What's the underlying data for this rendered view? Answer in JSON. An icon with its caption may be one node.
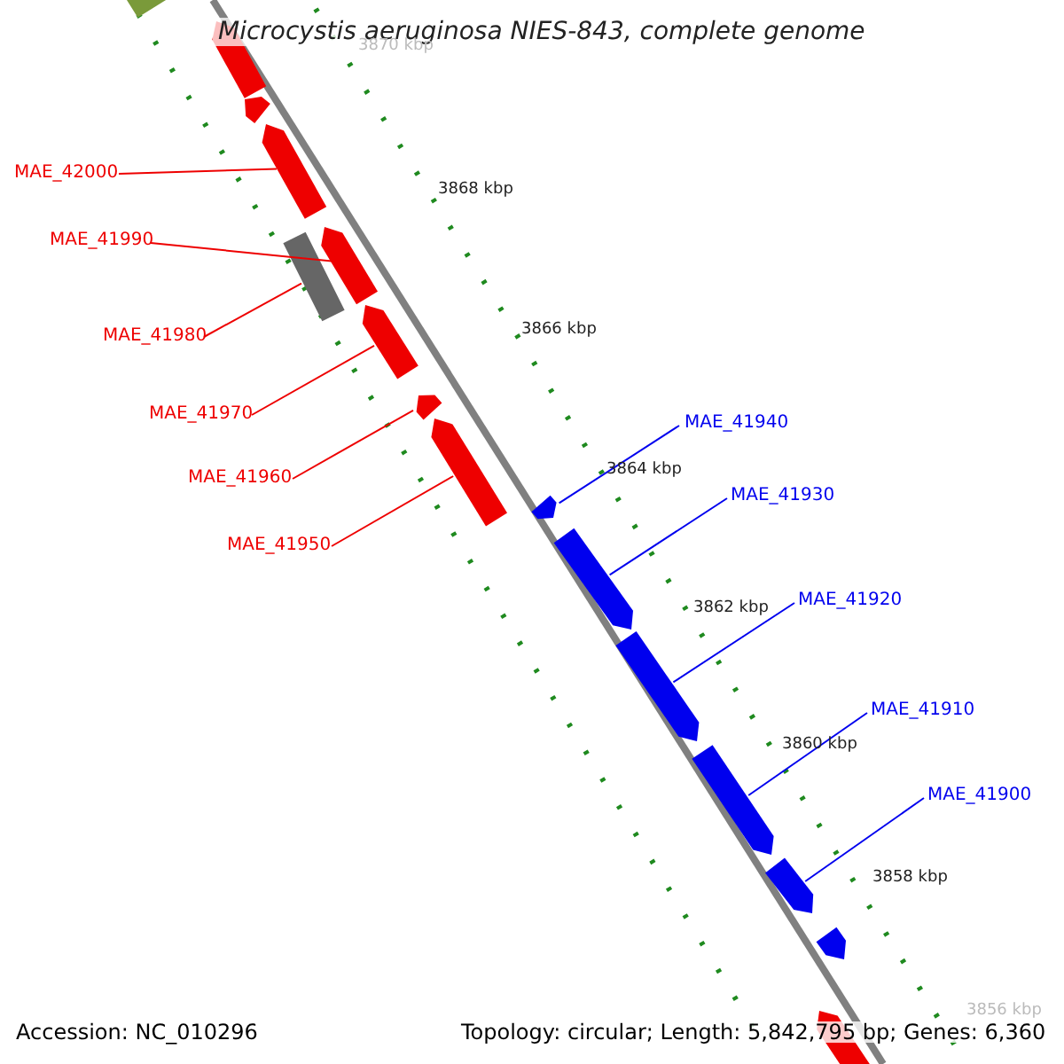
{
  "diagram": {
    "title": "Microcystis aeruginosa NIES-843, complete genome",
    "nodes": [
      {
        "text": [],
        "shape": "bar"
      },
      {
        "text": [],
        "shape": "bar"
      },
      {
        "text": [],
        "shape": "bar"
      },
      {
        "text": [],
        "shape": "bar"
      },
      {
        "text": [],
        "shape": "bar"
      },
      {
        "text": [],
        "shape": "bar"
      },
      {
        "text": [],
        "shape": "bar"
      },
      {
        "text": [],
        "shape": "bar"
      },
      {
        "text": [],
        "shape": "bar"
      },
      {
        "text": [],
        "shape": "bar"
      },
      {
        "text": [],
        "shape": "bar"
      },
      {
        "text": [],
        "shape": "bar"
      },
      {
        "text": [],
        "shape": "bar"
      },
      {
        "text": [],
        "shape": "bar"
      },
      {
        "text": [],
        "shape": "bar"
      },
      {
        "text": [],
        "shape": "bar"
      },
      {
        "text": [
          "MAE_42000"
        ]
      },
      {
        "text": [
          "MAE_41990"
        ]
      },
      {
        "text": [
          "MAE_41980"
        ]
      },
      {
        "text": [
          "MAE_41970"
        ]
      },
      {
        "text": [
          "MAE_41960"
        ]
      },
      {
        "text": [
          "MAE_41950"
        ]
      },
      {
        "text": [
          "MAE_41940"
        ]
      },
      {
        "text": [
          "MAE_41930"
        ]
      },
      {
        "text": [
          "MAE_41920"
        ]
      },
      {
        "text": [
          "MAE_41910"
        ]
      },
      {
        "text": [
          "MAE_41900"
        ]
      }
    ],
    "edges": [
      {
        "from": 16,
        "to": 3,
        "arrow": "none"
      },
      {
        "from": 17,
        "to": 5,
        "arrow": "none"
      },
      {
        "from": 18,
        "to": 4,
        "arrow": "none"
      },
      {
        "from": 19,
        "to": 6,
        "arrow": "none"
      },
      {
        "from": 20,
        "to": 7,
        "arrow": "none"
      },
      {
        "from": 21,
        "to": 8,
        "arrow": "none"
      },
      {
        "from": 22,
        "to": 9,
        "arrow": "none",
        "color": "#0000ee"
      },
      {
        "from": 23,
        "to": 10,
        "arrow": "none",
        "color": "#0000ee"
      },
      {
        "from": 24,
        "to": 11,
        "arrow": "none",
        "color": "#0000ee"
      },
      {
        "from": 25,
        "to": 12,
        "arrow": "none",
        "color": "#0000ee"
      },
      {
        "from": 26,
        "to": 13,
        "arrow": "none",
        "color": "#0000ee"
      }
    ],
    "labels": [
      "3870 kbp",
      "3868 kbp",
      "3866 kbp",
      "3864 kbp",
      "3862 kbp",
      "3860 kbp",
      "3858 kbp",
      "3856 kbp",
      "Accession: NC_010296",
      "Topology: circular; Length: 5,842,795 bp; Genes: 6,360"
    ]
  }
}
